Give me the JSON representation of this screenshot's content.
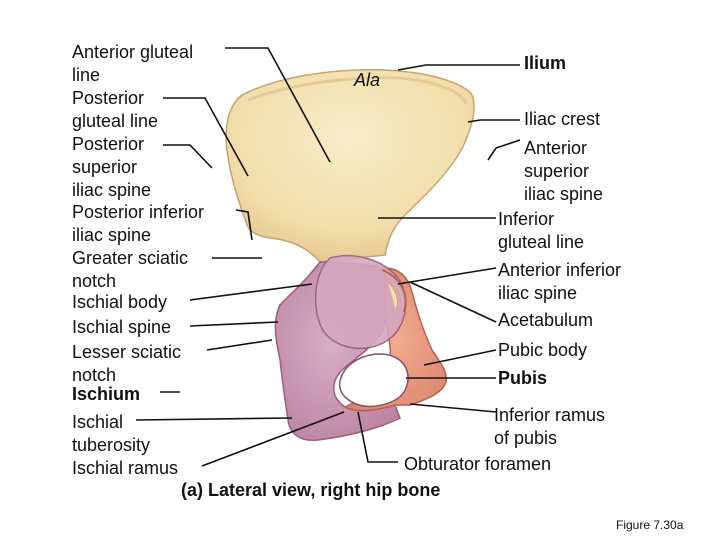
{
  "labels": {
    "anterior_gluteal_line": [
      "Anterior gluteal",
      "line"
    ],
    "posterior_gluteal_line": [
      "Posterior",
      "gluteal line"
    ],
    "posterior_superior_iliac_spine": [
      "Posterior",
      "superior",
      "iliac spine"
    ],
    "posterior_inferior_iliac_spine": [
      "Posterior inferior",
      "iliac spine"
    ],
    "greater_sciatic_notch": [
      "Greater sciatic",
      "notch"
    ],
    "ischial_body": "Ischial body",
    "ischial_spine": "Ischial spine",
    "lesser_sciatic_notch": [
      "Lesser sciatic",
      "notch"
    ],
    "ischium": "Ischium",
    "ischial_tuberosity": [
      "Ischial",
      "tuberosity"
    ],
    "ischial_ramus": "Ischial ramus",
    "ala": "Ala",
    "ilium": "Ilium",
    "iliac_crest": "Iliac crest",
    "anterior_superior_iliac_spine": [
      "Anterior",
      "superior",
      "iliac spine"
    ],
    "inferior_gluteal_line": [
      "Inferior",
      "gluteal line"
    ],
    "anterior_inferior_iliac_spine": [
      "Anterior inferior",
      "iliac spine"
    ],
    "acetabulum": "Acetabulum",
    "pubic_body": "Pubic body",
    "pubis": "Pubis",
    "inferior_ramus_of_pubis": [
      "Inferior ramus",
      "of pubis"
    ],
    "obturator_foramen": "Obturator foramen"
  },
  "caption": "(a) Lateral view, right hip bone",
  "figure_number": "Figure 7.30a",
  "colors": {
    "ilium": "#f3e2b0",
    "ischium": "#c99ab4",
    "pubis": "#e89a80",
    "leader": "#111111"
  }
}
